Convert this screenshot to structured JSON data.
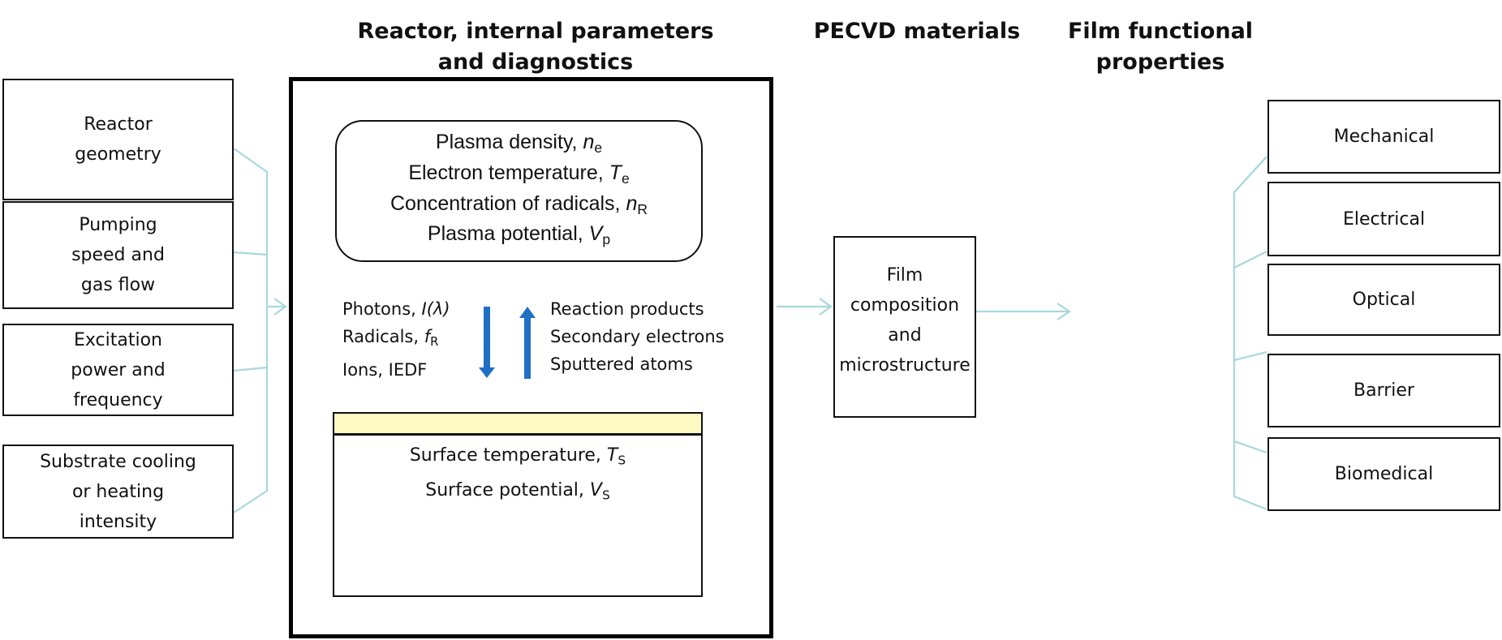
{
  "headers": {
    "reactor_line1": "Reactor, internal parameters",
    "reactor_line2": "and diagnostics",
    "materials": "PECVD materials",
    "properties_line1": "Film functional",
    "properties_line2": "properties"
  },
  "inputs": [
    {
      "lines": [
        "Reactor",
        "geometry"
      ]
    },
    {
      "lines": [
        "Pumping",
        "speed and",
        "gas flow"
      ]
    },
    {
      "lines": [
        "Excitation",
        "power and",
        "frequency"
      ]
    },
    {
      "lines": [
        "Substrate cooling",
        "or heating",
        "intensity"
      ]
    }
  ],
  "plasma": [
    {
      "text": "Plasma density, ",
      "sym": "n",
      "sub": "e"
    },
    {
      "text": "Electron temperature, ",
      "sym": "T",
      "sub": "e"
    },
    {
      "text": "Concentration of radicals, ",
      "sym": "n",
      "sub": "R"
    },
    {
      "text": "Plasma potential, ",
      "sym": "V",
      "sub": "p"
    }
  ],
  "flux_down": [
    {
      "text": "Photons, ",
      "sym": "I(λ)",
      "sub": ""
    },
    {
      "text": "Radicals, ",
      "sym": "f",
      "sub": "R"
    },
    {
      "text": "Ions, IEDF",
      "sym": "",
      "sub": ""
    }
  ],
  "flux_up": [
    "Reaction products",
    "Secondary electrons",
    "Sputtered atoms"
  ],
  "surface": [
    {
      "text": "Surface temperature, ",
      "sym": "T",
      "sub": "S"
    },
    {
      "text": "Surface potential, ",
      "sym": "V",
      "sub": "S"
    }
  ],
  "film": {
    "lines": [
      "Film",
      "composition",
      "and",
      "microstructure"
    ]
  },
  "properties": [
    "Mechanical",
    "Electrical",
    "Optical",
    "Barrier",
    "Biomedical"
  ],
  "colors": {
    "connector": "#a8d8dc",
    "flux_arrow": "#1f6fc5",
    "substrate_film": "#fff9c4",
    "border": "#111111"
  }
}
